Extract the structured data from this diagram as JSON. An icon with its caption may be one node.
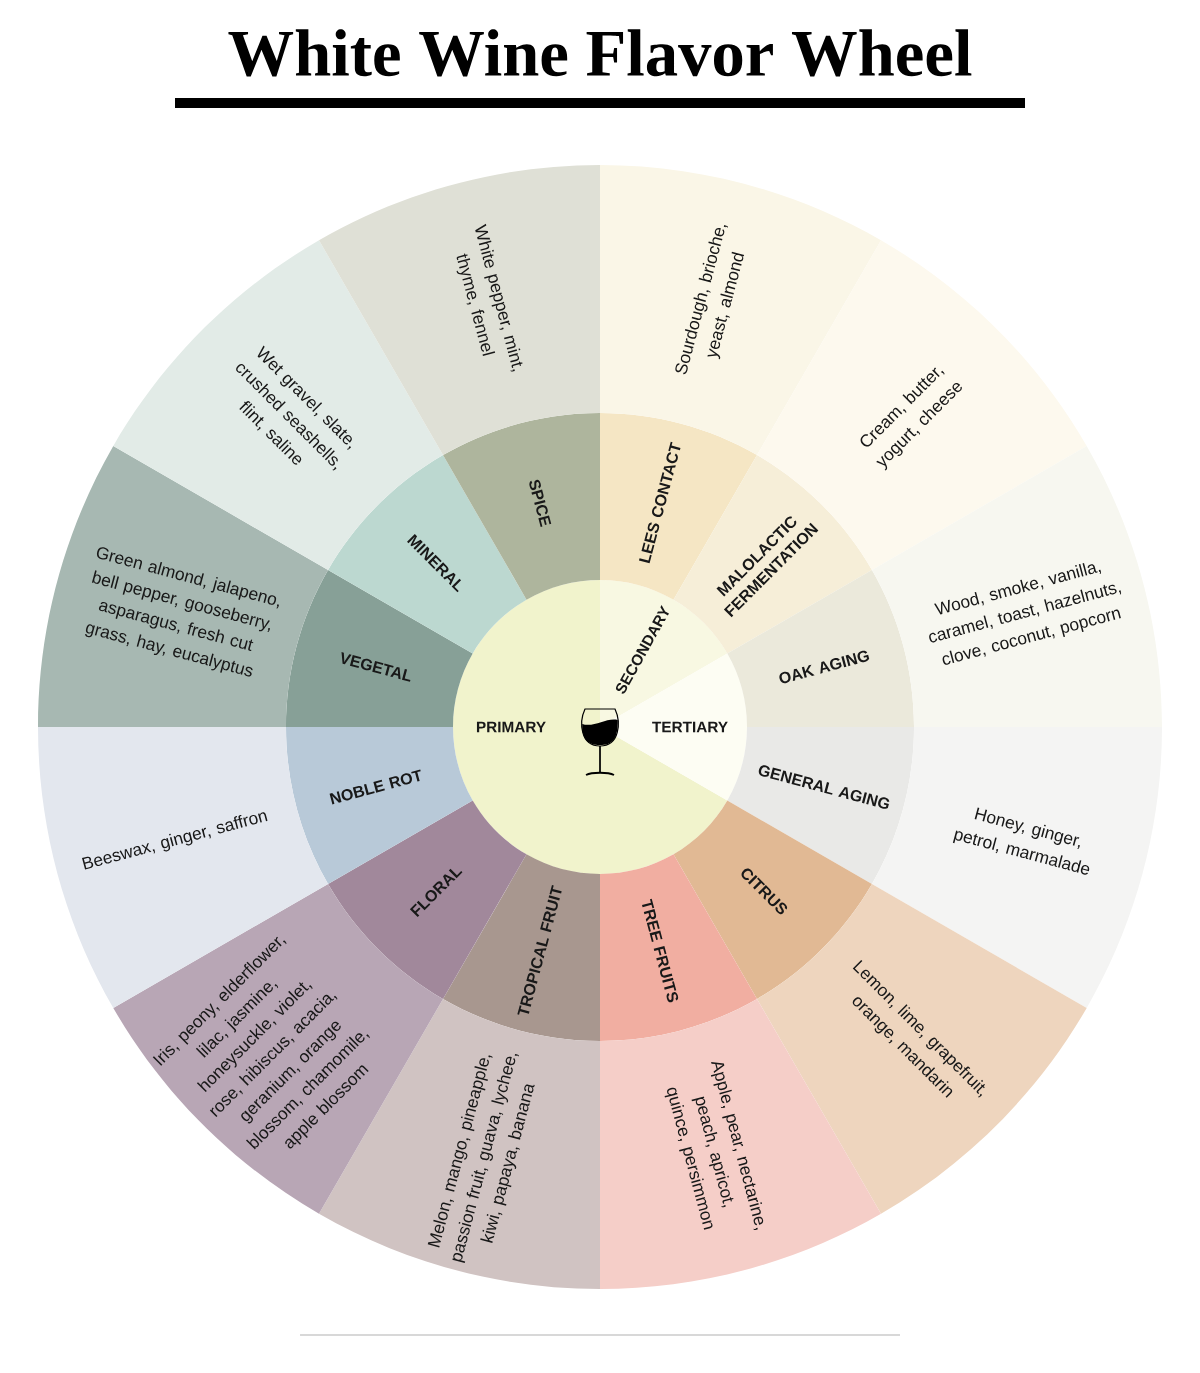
{
  "diagram": {
    "title": "White Wine Flavor Wheel",
    "nodes": [
      {
        "text": [
          "PRIMARY"
        ]
      },
      {
        "text": [
          "SECONDARY"
        ]
      },
      {
        "text": [
          "TERTIARY"
        ]
      },
      {
        "text": [
          "LEES CONTACT"
        ]
      },
      {
        "text": [
          "MALOLACTIC FERMENTATION"
        ]
      },
      {
        "text": [
          "OAK AGING"
        ]
      },
      {
        "text": [
          "GENERAL AGING"
        ]
      },
      {
        "text": [
          "CITRUS"
        ]
      },
      {
        "text": [
          "TREE FRUITS"
        ]
      },
      {
        "text": [
          "TROPICAL FRUIT"
        ]
      },
      {
        "text": [
          "FLORAL"
        ]
      },
      {
        "text": [
          "NOBLE ROT"
        ]
      },
      {
        "text": [
          "VEGETAL"
        ]
      },
      {
        "text": [
          "MINERAL"
        ]
      },
      {
        "text": [
          "SPICE"
        ]
      },
      {
        "text": [
          "Sourdough, brioche, yeast, almond"
        ]
      },
      {
        "text": [
          "Cream, butter, yogurt, cheese"
        ]
      },
      {
        "text": [
          "Wood, smoke, vanilla, caramel, toast, hazelnuts, clove, coconut, popcorn"
        ]
      },
      {
        "text": [
          "Honey, ginger, petrol, marmalade"
        ]
      },
      {
        "text": [
          "Lemon, lime, grapefruit, orange, mandarin"
        ]
      },
      {
        "text": [
          "Apple, pear, nectarine, peach, apricot, quince, persimmon"
        ]
      },
      {
        "text": [
          "Melon, mango, pineapple, passion fruit, guava, lychee, kiwi, papaya, banana"
        ]
      },
      {
        "text": [
          "Iris, peony, elderflower, lilac, jasmine, honeysuckle, violet, rose, hibiscus, acacia, geranium, orange blossom, chamomile, apple blossom"
        ]
      },
      {
        "text": [
          "Beeswax, ginger, saffron"
        ]
      },
      {
        "text": [
          "Green almond, jalapeno, bell pepper, gooseberry, asparagus, fresh cut grass, hay, eucalyptus"
        ]
      },
      {
        "text": [
          "Wet gravel, slate, crushed seashells, flint, saline"
        ]
      },
      {
        "text": [
          "White pepper, mint, thyme, fennel"
        ]
      }
    ]
  }
}
